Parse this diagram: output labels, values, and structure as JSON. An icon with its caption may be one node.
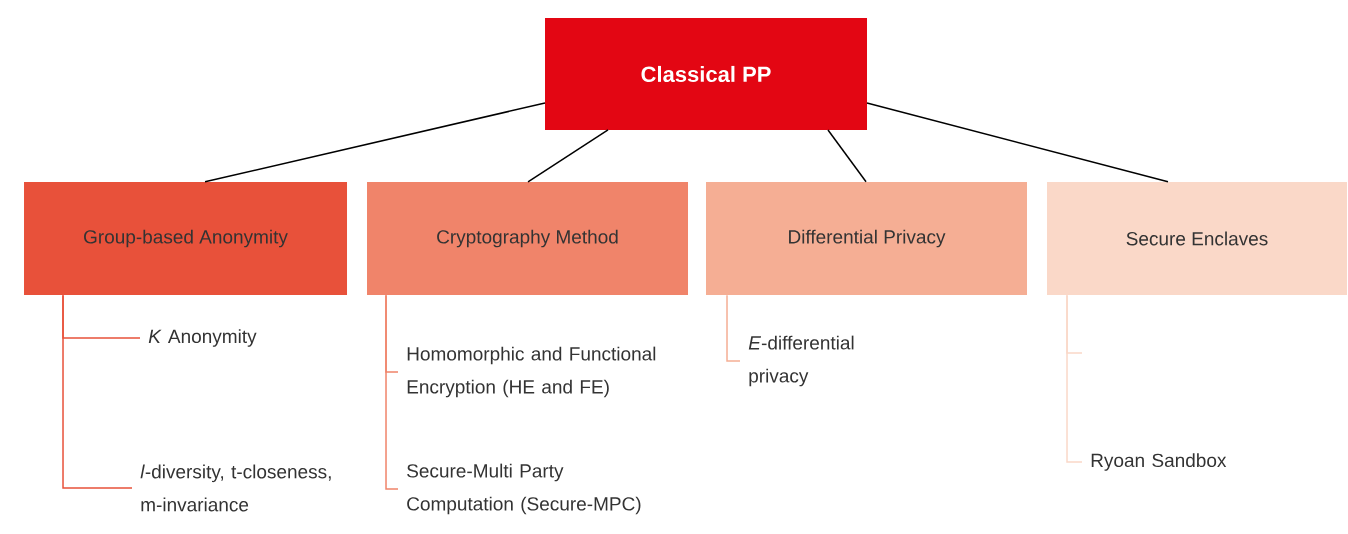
{
  "diagram": {
    "nodes": [
      {
        "text": [
          "Classical PP"
        ]
      },
      {
        "text": [
          "Group-based Anonymity"
        ]
      },
      {
        "text": [
          "Cryptography Method"
        ]
      },
      {
        "text": [
          "Differential Privacy"
        ]
      },
      {
        "text": [
          "Secure Enclaves"
        ]
      },
      {
        "text": [
          "*K* Anonymity"
        ]
      },
      {
        "text": [
          "*l*-diversity, t-closeness, m-invariance"
        ]
      },
      {
        "text": [
          "Homomorphic and Functional Encryption (HE and FE)"
        ]
      },
      {
        "text": [
          "Secure-Multi Party Computation (Secure-MPC)"
        ]
      },
      {
        "text": [
          "*E*-differential privacy"
        ]
      },
      {
        "text": [
          "Ryoan Sandbox"
        ]
      }
    ],
    "edges": [
      {
        "from": 0,
        "to": 1,
        "arrow": "none"
      },
      {
        "from": 0,
        "to": 2,
        "arrow": "none"
      },
      {
        "from": 0,
        "to": 3,
        "arrow": "none"
      },
      {
        "from": 0,
        "to": 4,
        "arrow": "none"
      },
      {
        "from": 1,
        "to": 5,
        "arrow": "none",
        "color": "#e8513a"
      },
      {
        "from": 1,
        "to": 6,
        "arrow": "none",
        "color": "#e8513a"
      },
      {
        "from": 2,
        "to": 7,
        "arrow": "none",
        "color": "#f0846a"
      },
      {
        "from": 2,
        "to": 8,
        "arrow": "none",
        "color": "#f0846a"
      },
      {
        "from": 3,
        "to": 9,
        "arrow": "none",
        "color": "#f5ae94"
      },
      {
        "from": 4,
        "to": null,
        "arrow": "none",
        "color": "#fad8c8"
      },
      {
        "from": 4,
        "to": 10,
        "arrow": "none",
        "color": "#fad8c8"
      }
    ]
  }
}
